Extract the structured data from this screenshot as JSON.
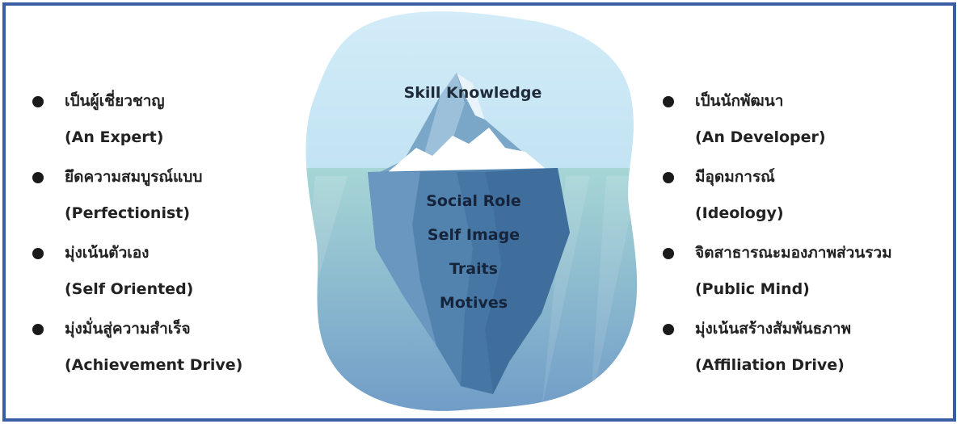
{
  "left_items": [
    {
      "thai": "เป็นผู้เชี่ยวชาญ",
      "en": "(An Expert)"
    },
    {
      "thai": "ยึดความสมบูรณ์แบบ",
      "en": "(Perfectionist)"
    },
    {
      "thai": "มุ่งเน้นตัวเอง",
      "en": "(Self Oriented)"
    },
    {
      "thai": "มุ่งมั่นสู่ความสำเร็จ",
      "en": "(Achievement Drive)"
    }
  ],
  "right_items": [
    {
      "thai": "เป็นนักพัฒนา",
      "en": "(An Developer)"
    },
    {
      "thai": "มีอุดมการณ์",
      "en": "(Ideology)"
    },
    {
      "thai": "จิตสาธารณะมองภาพส่วนรวม",
      "en": "(Public Mind)"
    },
    {
      "thai": "มุ่งเน้นสร้างสัมพันธภาพ",
      "en": "(Affiliation Drive)"
    }
  ],
  "iceberg": {
    "above_water": "Skill Knowledge",
    "below_water": [
      "Social Role",
      "Self Image",
      "Traits",
      "Motives"
    ]
  },
  "colors": {
    "frame": "#3a5ea6",
    "sky": "#cde9f6",
    "water_top": "#9fd0d4",
    "water_bottom": "#6b98c5",
    "ice": "#4a7ba6"
  }
}
